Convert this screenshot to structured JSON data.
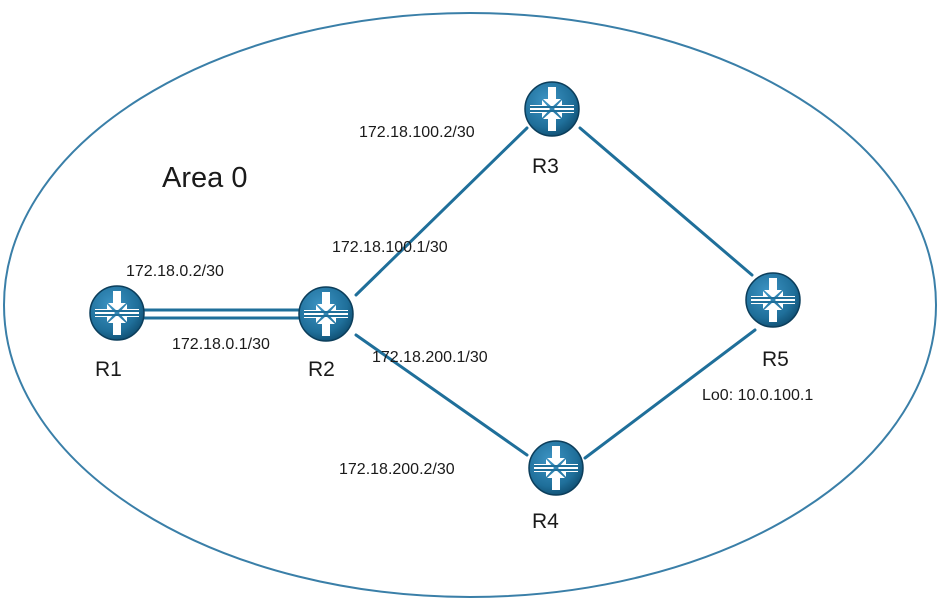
{
  "area": {
    "label": "Area 0"
  },
  "routers": [
    {
      "id": "R1",
      "label": "R1"
    },
    {
      "id": "R2",
      "label": "R2"
    },
    {
      "id": "R3",
      "label": "R3"
    },
    {
      "id": "R4",
      "label": "R4"
    },
    {
      "id": "R5",
      "label": "R5",
      "loopback": "Lo0: 10.0.100.1"
    }
  ],
  "links": [
    {
      "from": "R1",
      "to": "R2",
      "from_ip": "172.18.0.2/30",
      "to_ip": "172.18.0.1/30",
      "style": "double"
    },
    {
      "from": "R2",
      "to": "R3",
      "from_ip": "172.18.100.1/30",
      "to_ip": "172.18.100.2/30"
    },
    {
      "from": "R2",
      "to": "R4",
      "from_ip": "172.18.200.1/30",
      "to_ip": "172.18.200.2/30"
    },
    {
      "from": "R3",
      "to": "R5"
    },
    {
      "from": "R4",
      "to": "R5"
    }
  ],
  "colors": {
    "router_fill": "#1f6f9a",
    "router_dark": "#0f4d70",
    "link": "#1f6f9a",
    "area_outline": "#3a7fa8"
  },
  "icons": {
    "router": "router-icon"
  }
}
